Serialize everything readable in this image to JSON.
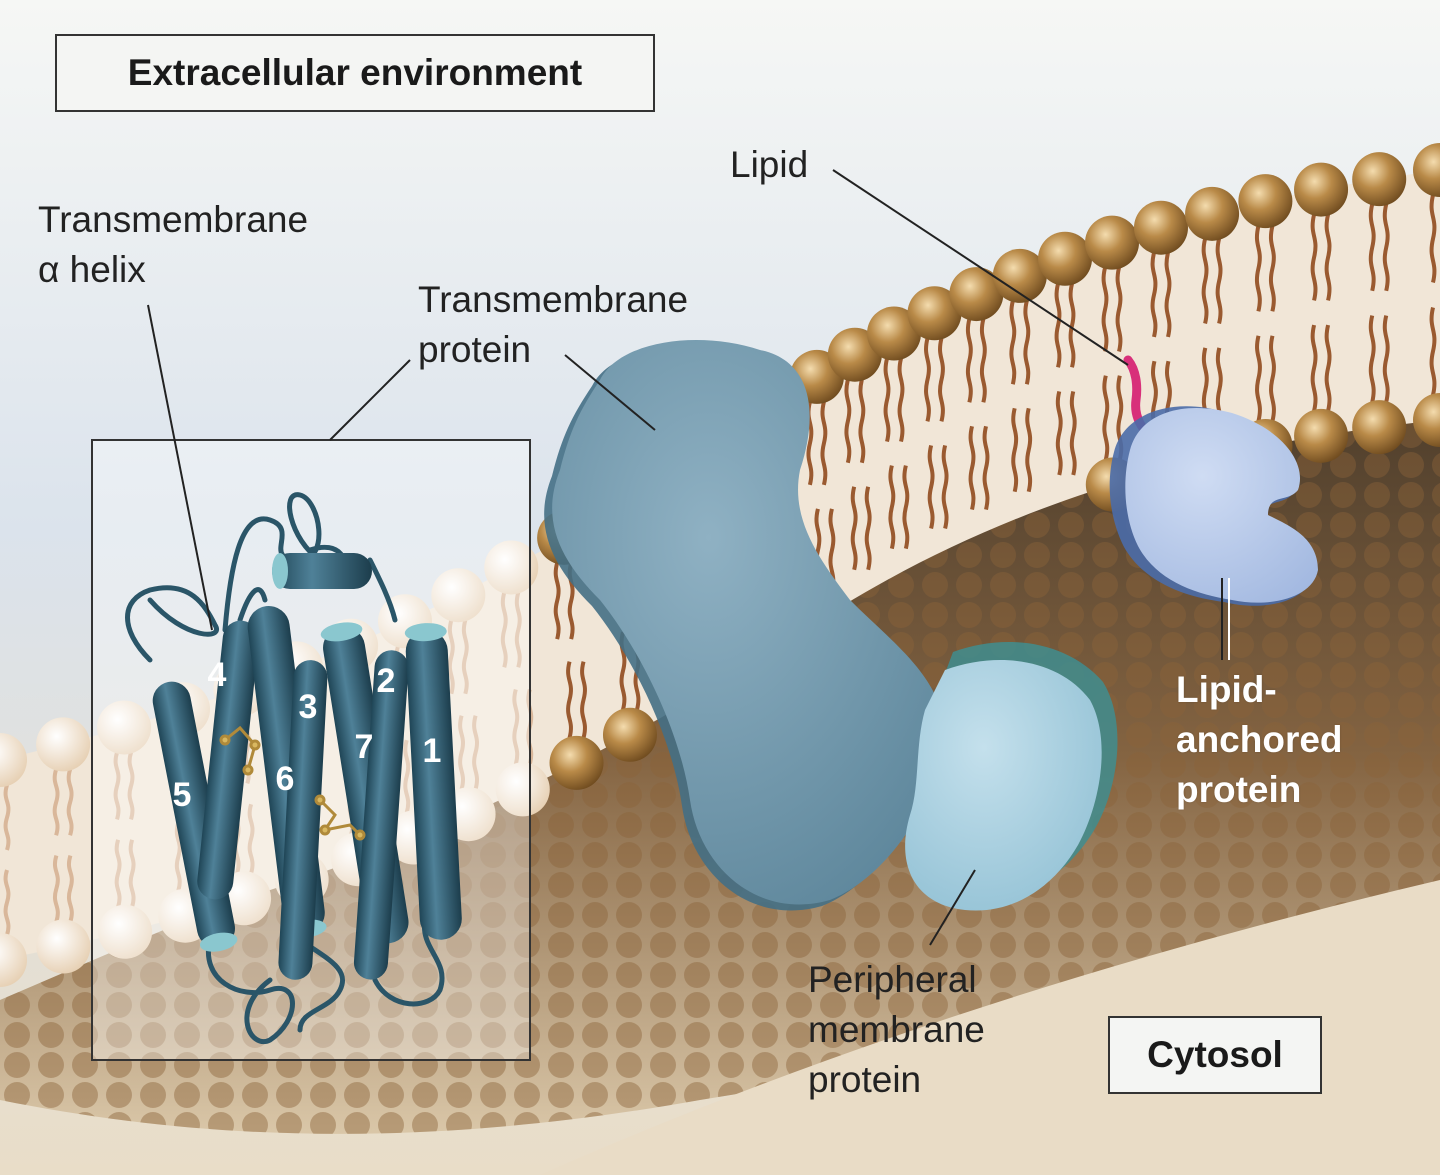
{
  "labels": {
    "extracellular": "Extracellular environment",
    "cytosol": "Cytosol",
    "transmembrane_helix": "Transmembrane\nα helix",
    "transmembrane_protein": "Transmembrane\nprotein",
    "lipid": "Lipid",
    "lipid_anchored_protein": "Lipid-\nanchored\nprotein",
    "peripheral_membrane_protein": "Peripheral\nmembrane\nprotein"
  },
  "helix_numbers": [
    "1",
    "2",
    "3",
    "4",
    "5",
    "6",
    "7"
  ],
  "colors": {
    "background_top": "#dfe6ef",
    "membrane_head": "#a97a3c",
    "membrane_core": "#f0e4d4",
    "lipid_tail": "#9a5a30",
    "transmembrane_protein": "#6f96ab",
    "peripheral_protein": "#a9cfe0",
    "lipid_anchored_protein": "#b5c9ea",
    "helix": "#2f5d73",
    "lipid_anchor": "#d8307a"
  }
}
